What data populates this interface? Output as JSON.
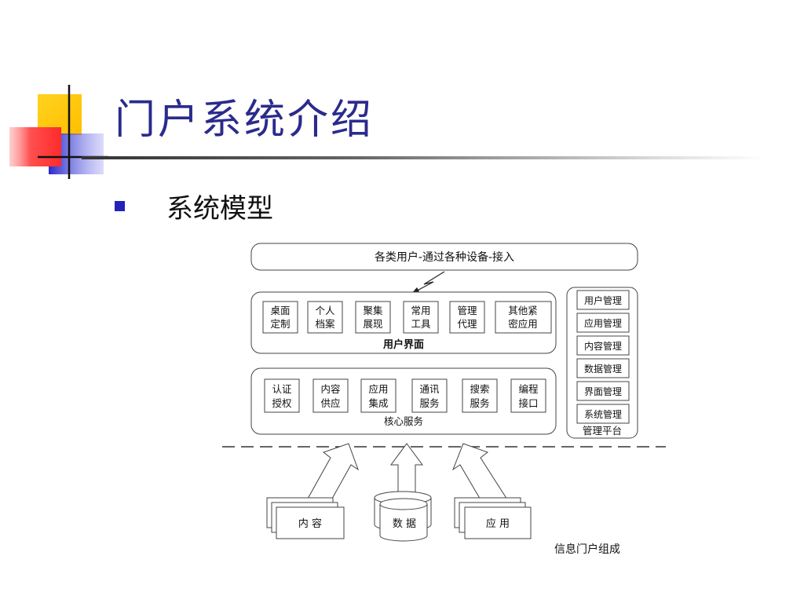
{
  "slide": {
    "title": "门户系统介绍",
    "bullet": "系统模型"
  },
  "diagram": {
    "top_bar": "各类用户-通过各种设备-接入",
    "user_interface": {
      "label": "用户界面",
      "items": [
        [
          "桌面",
          "定制"
        ],
        [
          "个人",
          "档案"
        ],
        [
          "聚集",
          "展现"
        ],
        [
          "常用",
          "工具"
        ],
        [
          "管理",
          "代理"
        ],
        [
          "其他紧",
          "密应用"
        ]
      ]
    },
    "core_services": {
      "label": "核心服务",
      "items": [
        [
          "认证",
          "授权"
        ],
        [
          "内容",
          "供应"
        ],
        [
          "应用",
          "集成"
        ],
        [
          "通讯",
          "服务"
        ],
        [
          "搜索",
          "服务"
        ],
        [
          "编程",
          "接口"
        ]
      ]
    },
    "management": {
      "label": "管理平台",
      "items": [
        "用户管理",
        "应用管理",
        "内容管理",
        "数据管理",
        "界面管理",
        "系统管理"
      ]
    },
    "sources": [
      "内 容",
      "数 据",
      "应 用"
    ],
    "caption": "信息门户组成"
  },
  "colors": {
    "title": "#2b2b8c",
    "bullet": "#2323b8",
    "deco_yellow": "#ffcc00",
    "deco_blue": "#2a2acc",
    "deco_red": "#ff4444"
  }
}
